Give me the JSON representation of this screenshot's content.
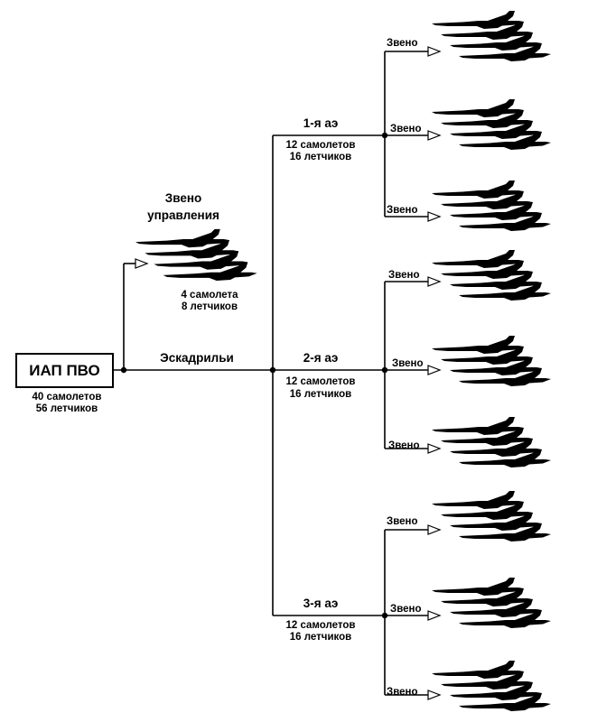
{
  "root": {
    "title": "ИАП ПВО",
    "aircraft": "40 самолетов",
    "pilots": "56 летчиков"
  },
  "command_flight": {
    "title_line1": "Звено",
    "title_line2": "управления",
    "aircraft": "4 самолета",
    "pilots": "8 летчиков"
  },
  "squadrons_label": "Эскадрильи",
  "squadrons": [
    {
      "name": "1-я аэ",
      "aircraft": "12 самолетов",
      "pilots": "16 летчиков"
    },
    {
      "name": "2-я аэ",
      "aircraft": "12 самолетов",
      "pilots": "16 летчиков"
    },
    {
      "name": "3-я аэ",
      "aircraft": "12 самолетов",
      "pilots": "16 летчиков"
    }
  ],
  "flight_label": "Звено",
  "icons": {
    "aircraft": "jet-fighter-silhouette-icon"
  }
}
